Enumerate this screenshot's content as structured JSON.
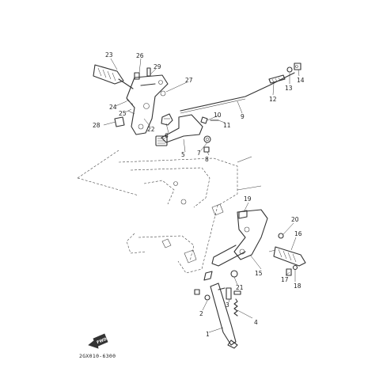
{
  "diagram": {
    "drawing_code": "2GX010-6300",
    "direction_label": "FWD",
    "callouts": [
      {
        "id": "c1",
        "label": "1"
      },
      {
        "id": "c2",
        "label": "2"
      },
      {
        "id": "c3",
        "label": "3"
      },
      {
        "id": "c4",
        "label": "4"
      },
      {
        "id": "c5",
        "label": "5"
      },
      {
        "id": "c6",
        "label": "6"
      },
      {
        "id": "c7",
        "label": "7"
      },
      {
        "id": "c8",
        "label": "8"
      },
      {
        "id": "c9",
        "label": "9"
      },
      {
        "id": "c10",
        "label": "10"
      },
      {
        "id": "c11",
        "label": "11"
      },
      {
        "id": "c12",
        "label": "12"
      },
      {
        "id": "c13",
        "label": "13"
      },
      {
        "id": "c14",
        "label": "14"
      },
      {
        "id": "c15",
        "label": "15"
      },
      {
        "id": "c16",
        "label": "16"
      },
      {
        "id": "c17",
        "label": "17"
      },
      {
        "id": "c18",
        "label": "18"
      },
      {
        "id": "c19",
        "label": "19"
      },
      {
        "id": "c20",
        "label": "20"
      },
      {
        "id": "c21",
        "label": "21"
      },
      {
        "id": "c22",
        "label": "22"
      },
      {
        "id": "c23",
        "label": "23"
      },
      {
        "id": "c24",
        "label": "24"
      },
      {
        "id": "c25",
        "label": "25"
      },
      {
        "id": "c26",
        "label": "26"
      },
      {
        "id": "c27",
        "label": "27"
      },
      {
        "id": "c28",
        "label": "28"
      },
      {
        "id": "c29",
        "label": "29"
      }
    ]
  }
}
